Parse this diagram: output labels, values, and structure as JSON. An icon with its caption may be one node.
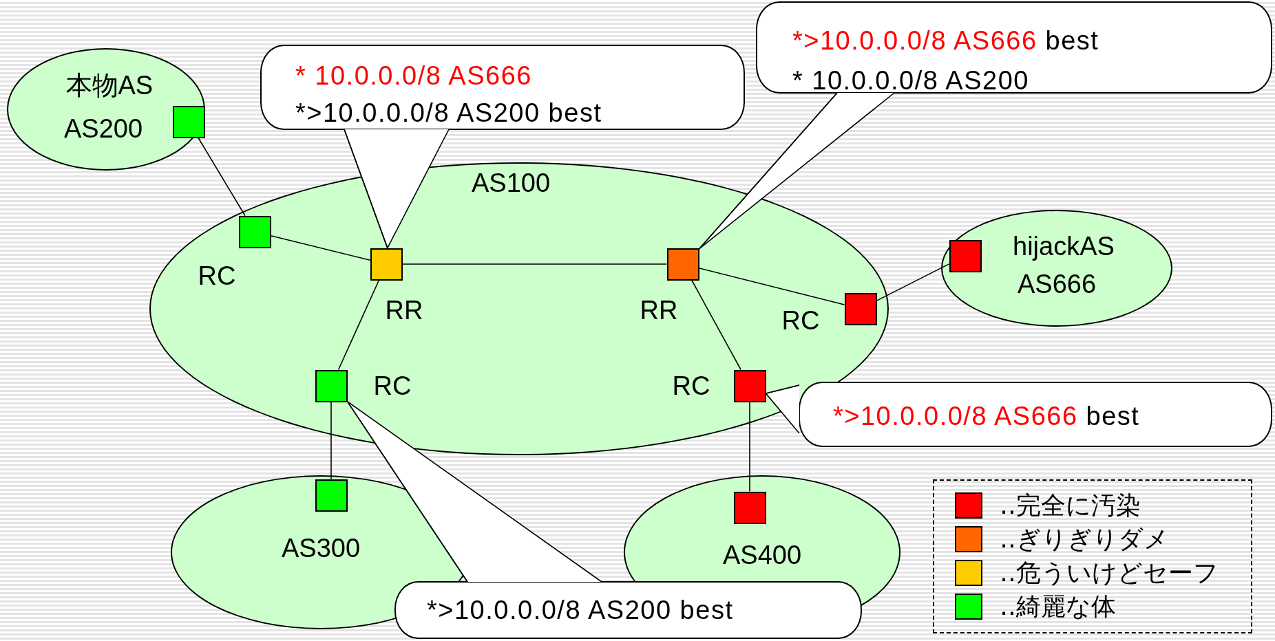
{
  "diagram": {
    "nodes": [
      {
        "text": [
          "本物AS",
          "AS200"
        ]
      },
      {
        "text": [],
        "shape": "box",
        "in": 0
      },
      {
        "text": [
          "* 10.0.0.0/8 AS666",
          "*>10.0.0.0/8 AS200 best"
        ]
      },
      {
        "text": [
          "*>10.0.0.0/8 AS666",
          "best",
          "* 10.0.0.0/8 AS200"
        ]
      },
      {
        "text": [
          "AS100"
        ]
      },
      {
        "text": [],
        "shape": "box",
        "in": 4,
        "beside": [
          "RC"
        ]
      },
      {
        "text": [],
        "shape": "box",
        "in": 4,
        "beside": [
          "RR"
        ]
      },
      {
        "text": [],
        "shape": "box",
        "in": 4,
        "beside": [
          "RR"
        ]
      },
      {
        "text": [
          "hijackAS",
          "AS666"
        ]
      },
      {
        "text": [],
        "shape": "box",
        "in": 8
      },
      {
        "text": [],
        "shape": "box",
        "in": 4,
        "beside": [
          "RC"
        ]
      },
      {
        "text": [],
        "shape": "box",
        "in": 4,
        "beside": [
          "RC"
        ]
      },
      {
        "text": [],
        "shape": "box",
        "in": 4,
        "beside": [
          "RC"
        ]
      },
      {
        "text": [
          "*>10.0.0.0/8 AS666",
          "best"
        ]
      },
      {
        "text": [
          "AS300"
        ]
      },
      {
        "text": [],
        "shape": "box",
        "in": 14
      },
      {
        "text": [
          "AS400"
        ]
      },
      {
        "text": [],
        "shape": "box",
        "in": 16
      },
      {
        "text": [
          "*>10.0.0.0/8 AS200 best"
        ]
      }
    ],
    "edges": [
      {
        "from": 1,
        "to": 5,
        "arrow": "none"
      },
      {
        "from": 5,
        "to": 6,
        "arrow": "none"
      },
      {
        "from": 6,
        "to": 7,
        "arrow": "none"
      },
      {
        "from": 7,
        "to": 10,
        "arrow": "none"
      },
      {
        "from": 10,
        "to": 9,
        "arrow": "none"
      },
      {
        "from": 6,
        "to": 11,
        "arrow": "none"
      },
      {
        "from": 7,
        "to": 12,
        "arrow": "none"
      },
      {
        "from": 11,
        "to": 15,
        "arrow": "none"
      },
      {
        "from": 12,
        "to": 17,
        "arrow": "none"
      },
      {
        "from": 2,
        "to": 6,
        "arrow": "none"
      },
      {
        "from": 3,
        "to": 7,
        "arrow": "none"
      },
      {
        "from": 13,
        "to": 12,
        "arrow": "none"
      },
      {
        "from": 18,
        "to": 11,
        "arrow": "none"
      }
    ],
    "legend": [
      {
        "text": "‥完全に汚染",
        "color": "#ff0000"
      },
      {
        "text": "‥ぎりぎりダメ",
        "color": "#ff6600"
      },
      {
        "text": "‥危ういけどセーフ",
        "color": "#ffcc00"
      },
      {
        "text": "‥綺麗な体",
        "color": "#00ff00"
      }
    ]
  }
}
